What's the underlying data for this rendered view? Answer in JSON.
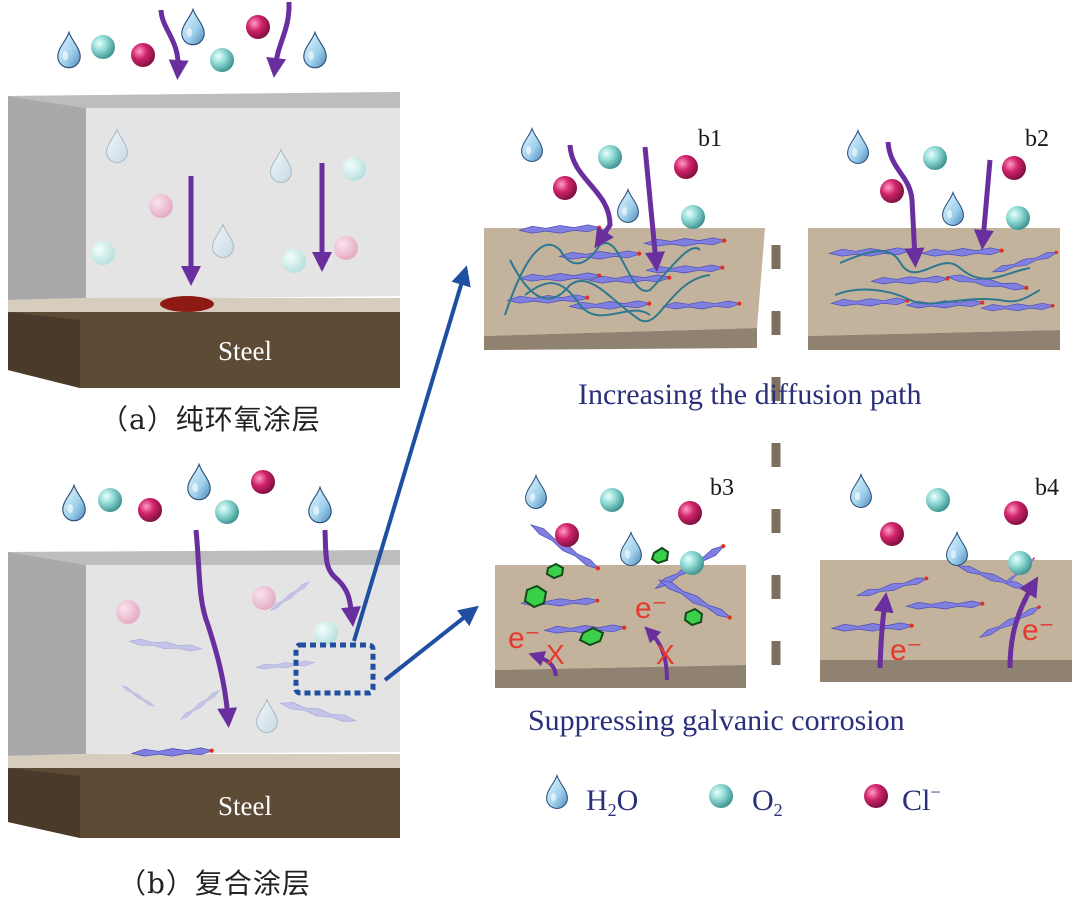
{
  "figure": {
    "panel_a": {
      "caption": "（a）纯环氧涂层",
      "substrate_label": "Steel"
    },
    "panel_b": {
      "caption": "（b）复合涂层",
      "substrate_label": "Steel"
    },
    "subpanels": {
      "b1": "b1",
      "b2": "b2",
      "b3": "b3",
      "b4": "b4"
    },
    "mechanisms": {
      "top": "Increasing the diffusion path",
      "bottom": "Suppressing galvanic corrosion"
    },
    "electron_label": "e⁻",
    "blocked_mark": "X",
    "legend": [
      {
        "icon": "water-droplet-icon",
        "label_main": "H",
        "label_sub": "2",
        "label_tail": "O"
      },
      {
        "icon": "oxygen-sphere-icon",
        "label_main": "O",
        "label_sub": "2",
        "label_tail": ""
      },
      {
        "icon": "chloride-sphere-icon",
        "label_main": "Cl",
        "label_sup": "−"
      }
    ],
    "colors": {
      "water": "#a9d8ef",
      "oxygen": "#7fd3cf",
      "chloride": "#d0236a",
      "arrow_purple": "#6a2f9e",
      "arrow_blue": "#1f4fa0",
      "coating_gray": "#e2e2e2",
      "steel_brown": "#5e4b36",
      "film_tan": "#c4b39c",
      "text_navy": "#2a2f7a",
      "electron_red": "#e53a2e"
    }
  }
}
